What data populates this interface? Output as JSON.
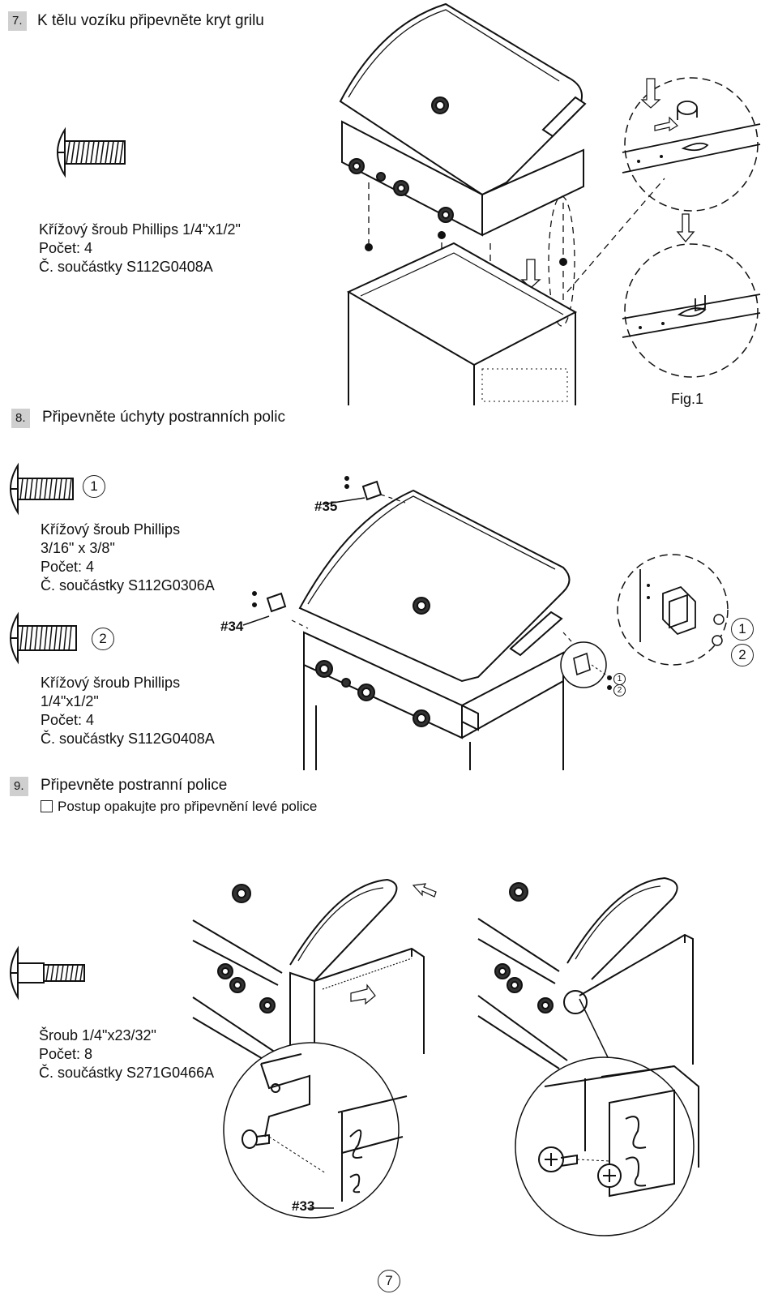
{
  "step7": {
    "number": "7.",
    "title": "K tělu vozíku připevněte kryt grilu",
    "screw": {
      "name": "Křížový šroub Phillips 1/4\"x1/2\"",
      "qty": "Počet: 4",
      "part": "Č. součástky S112G0408A"
    },
    "fig_label": "Fig.1"
  },
  "step8": {
    "number": "8.",
    "title": "Připevněte úchyty postranních polic",
    "screw1": {
      "marker": "1",
      "name": "Křížový šroub Phillips",
      "size": "3/16\" x 3/8\"",
      "qty": "Počet: 4",
      "part": "Č. součástky S112G0306A"
    },
    "screw2": {
      "marker": "2",
      "name": "Křížový šroub Phillips",
      "size": "1/4\"x1/2\"",
      "qty": "Počet: 4",
      "part": "Č. součástky S112G0408A"
    },
    "part_labels": {
      "p35": "#35",
      "p34": "#34"
    },
    "detail_markers": {
      "m1": "1",
      "m2": "2",
      "s1": "1",
      "s2": "2"
    }
  },
  "step9": {
    "number": "9.",
    "title": "Připevněte postranní police",
    "note": "Postup opakujte pro připevnění levé police",
    "screw": {
      "name": "Šroub 1/4\"x23/32\"",
      "qty": "Počet: 8",
      "part": "Č. součástky S271G0466A"
    },
    "part_label": "#33"
  },
  "page_number": "7"
}
